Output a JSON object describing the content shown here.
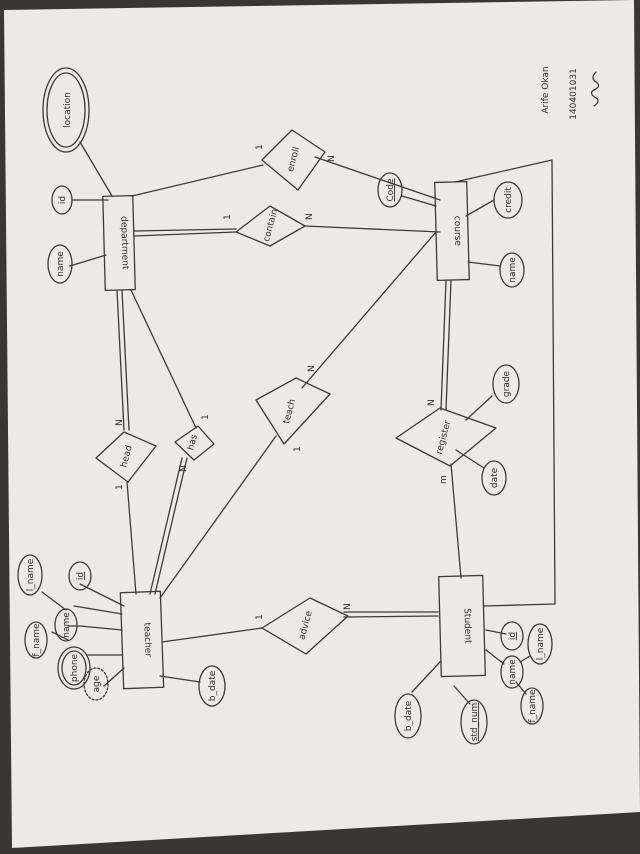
{
  "diagram": {
    "entities": {
      "department": "department",
      "course": "course",
      "teacher": "teacher",
      "student": "Student"
    },
    "relationships": {
      "enroll": "enroll",
      "contain": "contain",
      "head": "head",
      "has": "has",
      "teach": "teach",
      "register": "register",
      "advice": "advice"
    },
    "attributes": {
      "location": "location",
      "dept_id": "id",
      "dept_name": "name",
      "course_code": "Code",
      "course_credit": "credit",
      "course_name": "name",
      "grade": "grade",
      "date": "date",
      "teacher_lname": "l_name",
      "teacher_id": "id",
      "teacher_name": "name",
      "teacher_fname": "f_name",
      "teacher_phone": "phone",
      "teacher_age": "age",
      "teacher_bdate": "b_date",
      "student_id": "id",
      "student_lname": "l_name",
      "student_name": "name",
      "student_fname": "f_name",
      "student_bdate": "b_date",
      "student_num": "std_num"
    },
    "cardinalities": {
      "enroll_dept": "1",
      "enroll_course": "N",
      "contain_dept": "1",
      "contain_course": "N",
      "head_dept": "N",
      "head_teacher": "1",
      "has_teacher": "N",
      "has_dept": "1",
      "teach_course": "N",
      "teach_teacher": "1",
      "register_course": "N",
      "register_student": "m",
      "advice_teacher": "1",
      "advice_student": "N"
    }
  },
  "author": {
    "name": "Arife Okan",
    "number": "140401031"
  }
}
